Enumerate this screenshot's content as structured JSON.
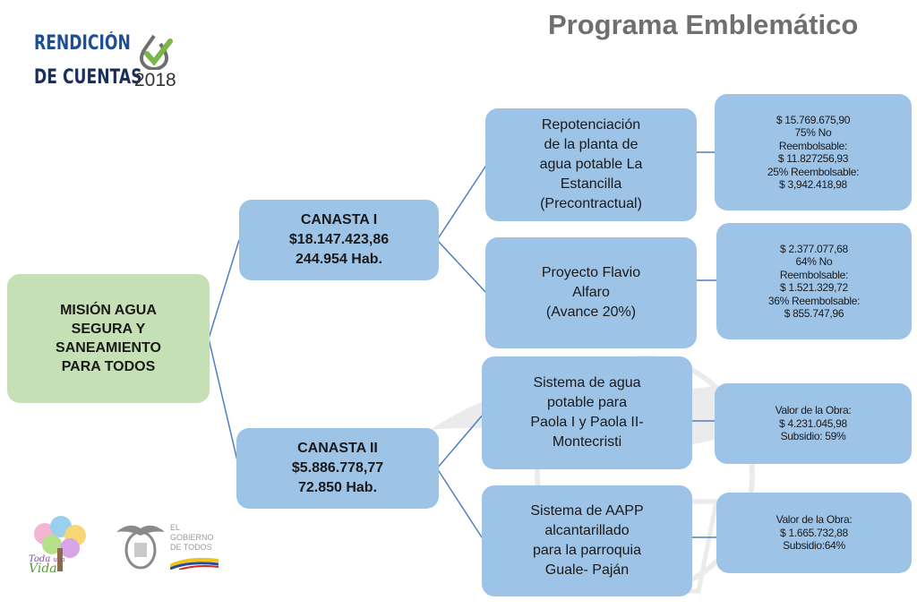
{
  "title": "Programa Emblemático",
  "logo": {
    "line1": "RENDICIÓN",
    "line2": "DE CUENTAS",
    "year": "2018"
  },
  "root": {
    "lines": [
      "MISIÓN AGUA",
      "SEGURA Y",
      "SANEAMIENTO",
      "PARA TODOS"
    ]
  },
  "canastas": [
    {
      "name": "CANASTA I",
      "amount": "$18.147.423,86",
      "pop": "244.954 Hab."
    },
    {
      "name": "CANASTA II",
      "amount": "$5.886.778,77",
      "pop": "72.850 Hab."
    }
  ],
  "projects": [
    {
      "lines": [
        "Repotenciación",
        "de la planta de",
        "agua potable La",
        "Estancilla",
        "(Precontractual)"
      ]
    },
    {
      "lines": [
        "Proyecto Flavio",
        "Alfaro",
        "(Avance 20%)"
      ]
    },
    {
      "lines": [
        "Sistema de agua",
        "potable para",
        "Paola I y Paola II-",
        "Montecristi"
      ]
    },
    {
      "lines": [
        "Sistema de AAPP",
        "alcantarillado",
        "para la parroquia",
        "Guale- Paján"
      ]
    }
  ],
  "values": [
    {
      "lines": [
        "$ 15.769.675,90",
        "75% No",
        "Reembolsable:",
        "$ 11.827256,93",
        "25% Reembolsable:",
        "$ 3,942.418,98"
      ]
    },
    {
      "lines": [
        "$ 2.377.077,68",
        "64% No",
        "Reembolsable:",
        "$ 1.521.329,72",
        "36% Reembolsable:",
        "$ 855.747,96"
      ]
    },
    {
      "lines": [
        "Valor de la Obra:",
        "$ 4.231.045,98",
        "Subsidio: 59%"
      ]
    },
    {
      "lines": [
        "Valor de la Obra:",
        "$ 1.665.732,88",
        "Subsidio:64%"
      ]
    }
  ],
  "footer": {
    "toda_una_vida": [
      "Toda",
      "una",
      "Vida"
    ],
    "gobierno": [
      "EL",
      "GOBIERNO",
      "DE TODOS"
    ]
  },
  "colors": {
    "box_blue": "#9dc3e6",
    "box_green": "#c5e0b4",
    "connector": "#4f7fc1",
    "title_gray": "#6f6f6f",
    "logo_blue": "#1c4f97",
    "check_green": "#7ab648"
  }
}
